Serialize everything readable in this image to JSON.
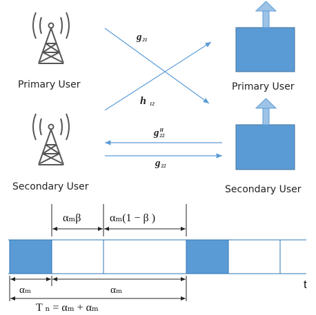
{
  "labels": {
    "primary_tx": "Primary User",
    "primary_rx": "Primary User",
    "secondary_tx": "Secondary User",
    "secondary_rx": "Secondary User"
  },
  "channels": {
    "g21_base": "g",
    "g21_sub": "21",
    "h12_base": "h",
    "h12_sub": "12",
    "g22H_base": "g",
    "g22H_sub": "22",
    "g22H_sup": "H",
    "g22_base": "g",
    "g22_sub": "22"
  },
  "timing": {
    "seg1": "αₘβ",
    "seg2": "αₘ(1 − β )",
    "seg_left": "αₘ",
    "seg_right": "αₘ",
    "time_axis": "t",
    "equation": "T ₙ = αₘ + αₘ"
  },
  "colors": {
    "block": "#5b9bd5",
    "block_edge": "#41719c",
    "fill_light": "#9dc3e6",
    "line": "#2e75b6",
    "tower": "#555555"
  },
  "icons": [
    "antenna-tower-icon",
    "receiver-icon"
  ]
}
